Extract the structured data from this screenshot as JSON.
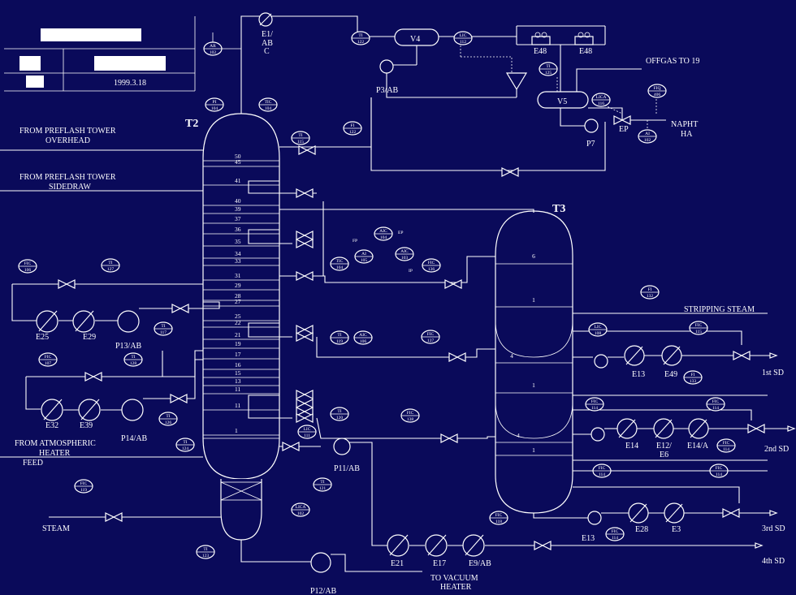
{
  "title_block": {
    "date": "1999.3.18"
  },
  "columns": {
    "T2": "T2",
    "T3": "T3"
  },
  "t2_trays": [
    "50",
    "45",
    "41",
    "40",
    "39",
    "37",
    "36",
    "35",
    "34",
    "33",
    "31",
    "29",
    "28",
    "27",
    "25",
    "22",
    "21",
    "19",
    "17",
    "16",
    "15",
    "13",
    "11",
    "11",
    "1"
  ],
  "t3_trays": [
    "6",
    "1",
    "4",
    "1",
    "4",
    "1"
  ],
  "streams": {
    "preflash_overhead": [
      "FROM PREFLASH TOWER",
      "OVERHEAD"
    ],
    "preflash_sidedraw": [
      "FROM PREFLASH TOWER",
      "SIDEDRAW"
    ],
    "atm_heater": [
      "FROM ATMOSPHERIC",
      "HEATER"
    ],
    "feed": "FEED",
    "steam": "STEAM",
    "offgas": "OFFGAS TO 19",
    "naphtha": [
      "NAPHT",
      "HA"
    ],
    "stripping_steam": "STRIPPING STEAM",
    "vacuum": [
      "TO VACUUM",
      "HEATER"
    ],
    "sd1": "1st SD",
    "sd2": "2nd SD",
    "sd3": "3rd SD",
    "sd4": "4th SD"
  },
  "equipment": {
    "e1": [
      "E1/",
      "AB",
      "C"
    ],
    "v4": "V4",
    "v5": "V5",
    "e48a": "E48",
    "e48b": "E48",
    "p3": "P3/AB",
    "p7": "P7",
    "ep": "EP",
    "e25": "E25",
    "e29": "E29",
    "p13": "P13/AB",
    "e32": "E32",
    "e39": "E39",
    "p14": "P14/AB",
    "p11": "P11/AB",
    "p12": "P12/AB",
    "e21": "E21",
    "e17": "E17",
    "e9": "E9/AB",
    "e13a": "E13",
    "e49": "E49",
    "e14": "E14",
    "e12": [
      "E12/",
      "E6"
    ],
    "e14a": "E14/A",
    "e13b": "E13",
    "e28": "E28",
    "e3": "E3",
    "fp": "FP",
    "ep2": "EP",
    "ip": "IP"
  },
  "instruments": [
    {
      "id": "ar102",
      "tag": "AR",
      "num": "102"
    },
    {
      "id": "ti122a",
      "tag": "TI",
      "num": "122"
    },
    {
      "id": "lic112",
      "tag": "LIC",
      "num": "112"
    },
    {
      "id": "ti125",
      "tag": "TI",
      "num": "125"
    },
    {
      "id": "lica116",
      "tag": "LICA",
      "num": "116"
    },
    {
      "id": "fiq406",
      "tag": "FIQ",
      "num": "406"
    },
    {
      "id": "ai102",
      "tag": "AI",
      "num": "102"
    },
    {
      "id": "pi104",
      "tag": "PI",
      "num": "104"
    },
    {
      "id": "tic104a",
      "tag": "TIC",
      "num": "104"
    },
    {
      "id": "ti115",
      "tag": "TI",
      "num": "115"
    },
    {
      "id": "fi122",
      "tag": "FI",
      "num": "122"
    },
    {
      "id": "fic106",
      "tag": "FIC",
      "num": "106"
    },
    {
      "id": "ti127",
      "tag": "TI",
      "num": "127"
    },
    {
      "id": "ti117",
      "tag": "TI",
      "num": "117"
    },
    {
      "id": "fic107",
      "tag": "FIC",
      "num": "107"
    },
    {
      "id": "ti128",
      "tag": "TI",
      "num": "128"
    },
    {
      "id": "ti126",
      "tag": "TI",
      "num": "126"
    },
    {
      "id": "tic104b",
      "tag": "TIC",
      "num": "104"
    },
    {
      "id": "ai105",
      "tag": "AI",
      "num": "105"
    },
    {
      "id": "aic104",
      "tag": "AIC",
      "num": "104"
    },
    {
      "id": "aic103",
      "tag": "AIC",
      "num": "103"
    },
    {
      "id": "fic136",
      "tag": "FIC",
      "num": "136"
    },
    {
      "id": "ti119",
      "tag": "TI",
      "num": "119"
    },
    {
      "id": "aic106",
      "tag": "AIC",
      "num": "106"
    },
    {
      "id": "fic137",
      "tag": "FIC",
      "num": "137"
    },
    {
      "id": "ti120",
      "tag": "TI",
      "num": "120"
    },
    {
      "id": "fic138",
      "tag": "FIC",
      "num": "138"
    },
    {
      "id": "ti124",
      "tag": "TI",
      "num": "124"
    },
    {
      "id": "lic111",
      "tag": "LIC",
      "num": "111"
    },
    {
      "id": "ti121",
      "tag": "TI",
      "num": "121"
    },
    {
      "id": "fic119",
      "tag": "FIC",
      "num": "119"
    },
    {
      "id": "lica102",
      "tag": "LICA",
      "num": "102"
    },
    {
      "id": "ti123",
      "tag": "TI",
      "num": "123"
    },
    {
      "id": "fic118",
      "tag": "FIC",
      "num": "118"
    },
    {
      "id": "fi132",
      "tag": "FI",
      "num": "132"
    },
    {
      "id": "lic108",
      "tag": "LIC",
      "num": "108"
    },
    {
      "id": "fic115",
      "tag": "FIC",
      "num": "115"
    },
    {
      "id": "fi133",
      "tag": "FI",
      "num": "133"
    },
    {
      "id": "fic114a",
      "tag": "FIC",
      "num": "114"
    },
    {
      "id": "fic114b",
      "tag": "FIC",
      "num": "114"
    },
    {
      "id": "fic114c",
      "tag": "FIC",
      "num": "114"
    },
    {
      "id": "fic114d",
      "tag": "FIC",
      "num": "114"
    },
    {
      "id": "fic114e",
      "tag": "FIC",
      "num": "114"
    },
    {
      "id": "fic114f",
      "tag": "FIC",
      "num": "114"
    }
  ]
}
